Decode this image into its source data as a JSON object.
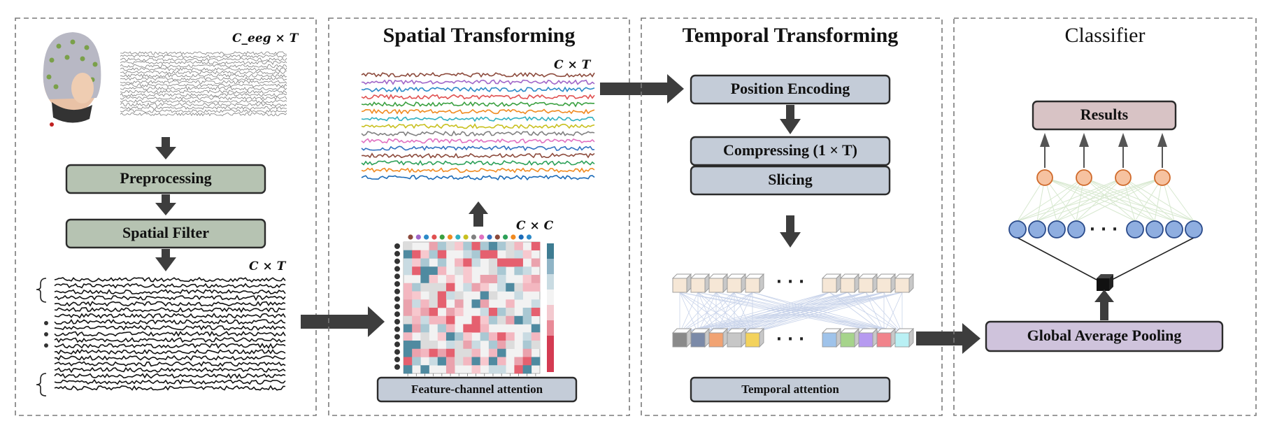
{
  "panels": {
    "input": {
      "eeg_dim": "C_eeg × T",
      "preprocessing_label": "Preprocessing",
      "spatial_filter_label": "Spatial Filter",
      "filtered_dim": "C × T"
    },
    "spatial": {
      "title": "Spatial Transforming",
      "output_dim": "C × T",
      "attention_dim": "C × C",
      "attention_label": "Feature-channel attention"
    },
    "temporal": {
      "title": "Temporal Transforming",
      "position_encoding_label": "Position Encoding",
      "compressing_label": "Compressing (1 × T)",
      "slicing_label": "Slicing",
      "ellipsis": "· · ·",
      "attention_label": "Temporal attention"
    },
    "classifier": {
      "title": "Classifier",
      "results_label": "Results",
      "ellipsis": "· · ·",
      "pooling_label": "Global Average Pooling"
    }
  },
  "colors": {
    "preprocess_box": "#b6c3b2",
    "temporal_box": "#c4ccd8",
    "results_box": "#d8c3c5",
    "pooling_box": "#cfc3dc",
    "neuron_blue": "#8faee0",
    "neuron_orange": "#f6c2a0",
    "arrow": "#3d3d3d"
  },
  "channel_colors": [
    "#8c4a3c",
    "#a066c8",
    "#2c8ac8",
    "#e05050",
    "#3aa040",
    "#f08a20",
    "#30b0c0",
    "#c8c020",
    "#808080",
    "#e070c0",
    "#3070c0",
    "#8c4a3c",
    "#2ca058",
    "#f08a20",
    "#1a6ab8"
  ]
}
